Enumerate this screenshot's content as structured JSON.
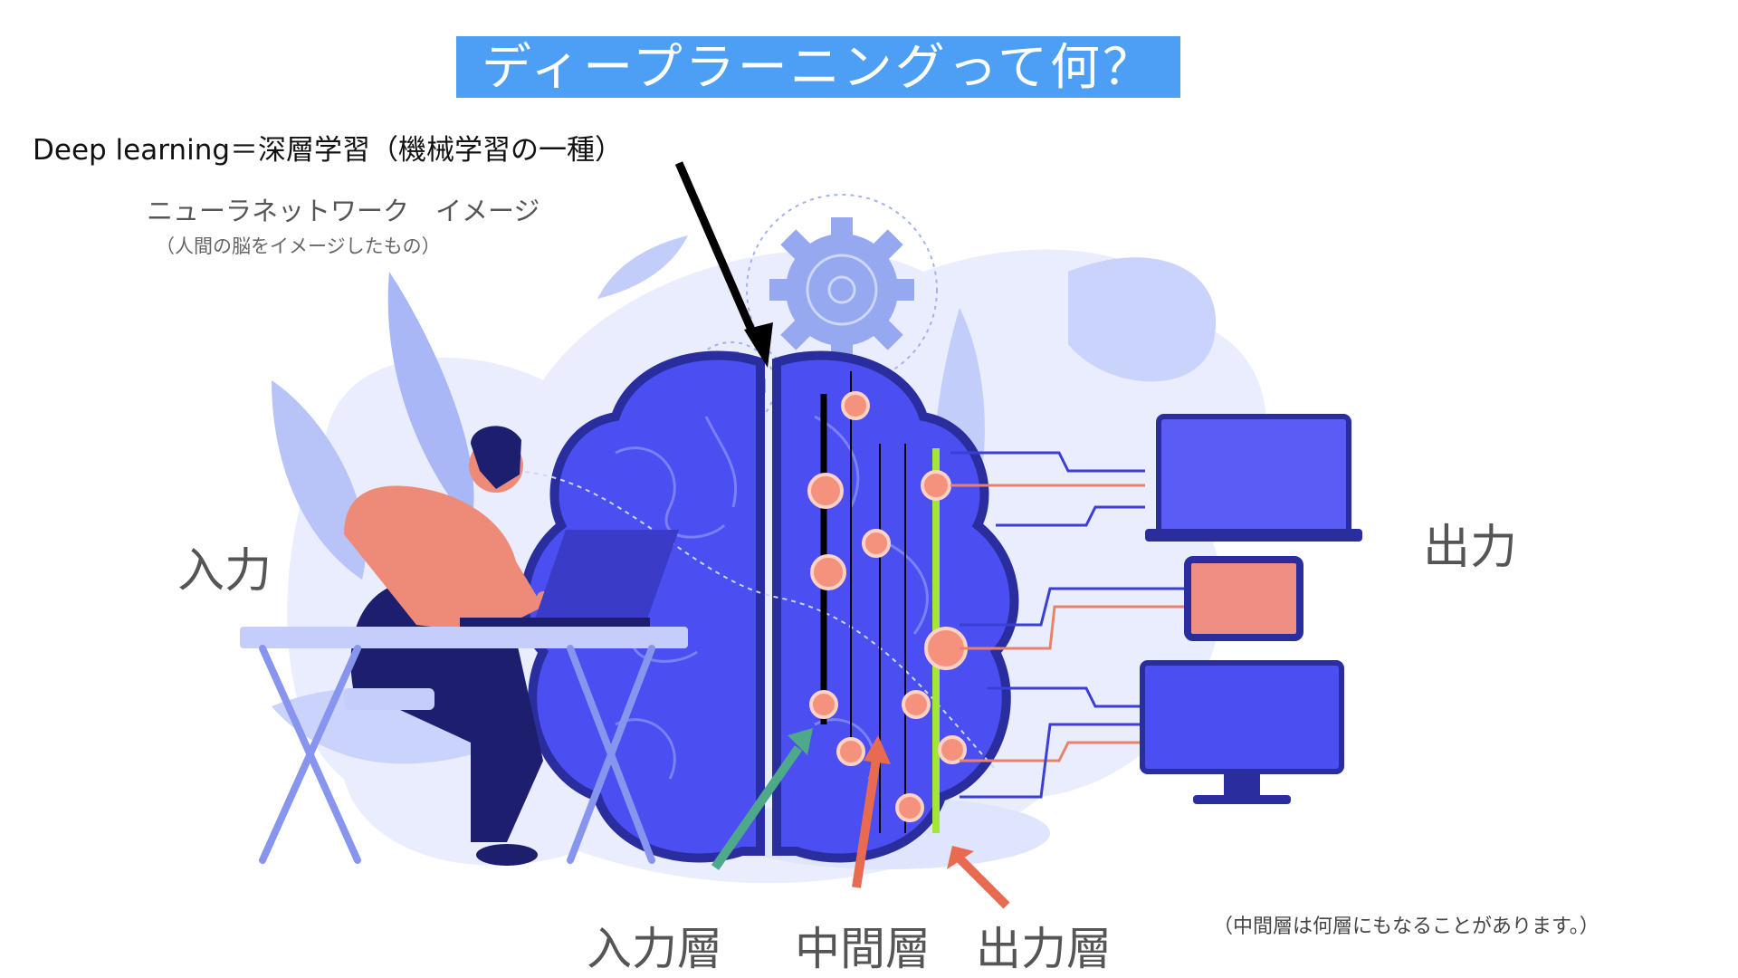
{
  "title": "ディープラーニングって何？",
  "subtitle": "Deep learning＝深層学習（機械学習の一種）",
  "neural_network": {
    "label": "ニューラネットワーク　イメージ",
    "note": "（人間の脳をイメージしたもの）"
  },
  "labels": {
    "input": "入力",
    "output": "出力",
    "input_layer": "入力層",
    "hidden_layer": "中間層",
    "output_layer": "出力層"
  },
  "footnote": "（中間層は何層にもなることがあります。）",
  "colors": {
    "title_bg": "#4d9ff5",
    "brain": "#4b4ef0",
    "brain_dark": "#2a2d9e",
    "node": "#f4927e",
    "output_line": "#a3e635",
    "arrow_input_layer": "#4ea88a",
    "arrow_layers": "#e86a50"
  }
}
